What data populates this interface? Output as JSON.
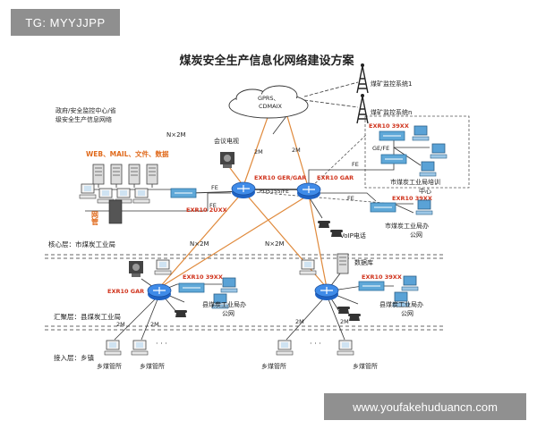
{
  "overlay": {
    "tg_label": "TG: MYYJJPP",
    "watermark": "www.youfakehuduancn.com"
  },
  "diagram": {
    "title": "煤炭安全生产信息化网络建设方案",
    "cloud": {
      "line1": "GPRS、",
      "line2": "CDMAIX"
    },
    "monitor_sys1": "煤矿监控系统1",
    "monitor_sysn": "煤矿监控系统n",
    "gov_center": {
      "line1": "政府/安全监控中心/省",
      "line2": "级安全生产信息网络"
    },
    "nx2m_top": "N×2M",
    "services": "WEB、MAIL、文件、数据",
    "netmgmt": "网管",
    "exr_2uxx": "EXR10 2UXX",
    "conf_tv": "会议电视",
    "label_2m": "2M",
    "exr_core_gar": "EXR10 GER/GAR",
    "exr_gar": "EXR10 GAR",
    "pos": "POS155/FE",
    "fe": "FE",
    "exr_39xx": "EXR10 39XX",
    "ge_fe": "GE/FE",
    "training": {
      "line1": "市煤炭工业局培训",
      "line2": "中心"
    },
    "city_office": {
      "line1": "市煤炭工业局办",
      "line2": "公网"
    },
    "voip": "VoIP电话",
    "core_layer": "核心层：市煤炭工业局",
    "nx2m_left": "N×2M",
    "nx2m_right": "N×2M",
    "database": "数据库",
    "county_office": {
      "line1": "县煤炭工业局办",
      "line2": "公网"
    },
    "conv_layer": "汇聚层：县煤炭工业局",
    "access_layer": "接入层：乡镇",
    "dots": "· · ·",
    "mine_office": "乡煤管所"
  }
}
